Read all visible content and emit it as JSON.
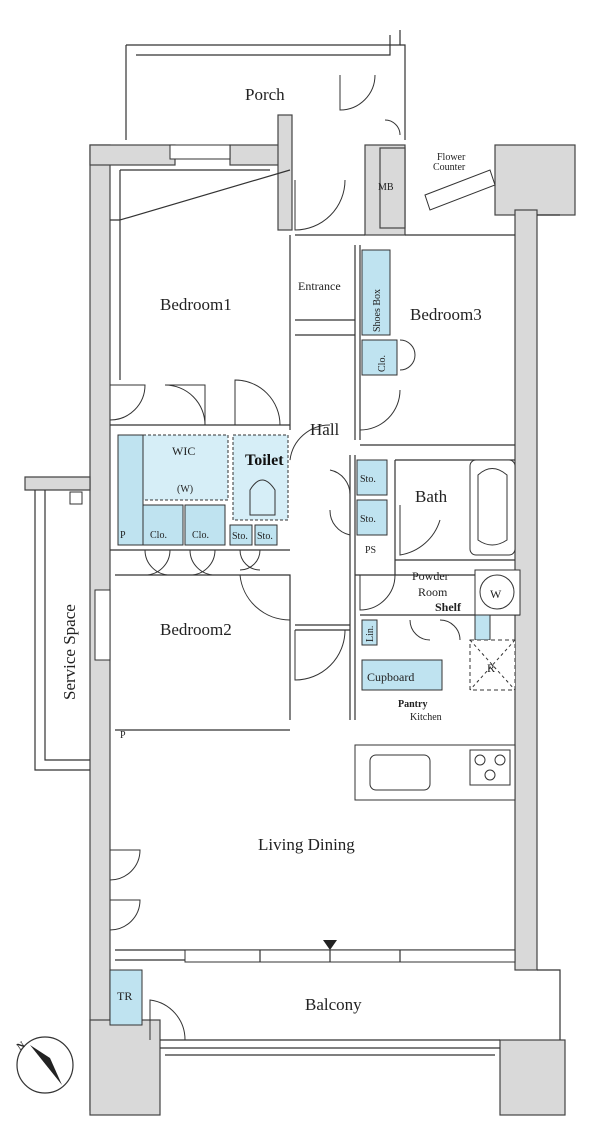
{
  "labels": {
    "porch": "Porch",
    "mb": "MB",
    "flower_counter_1": "Flower",
    "flower_counter_2": "Counter",
    "entrance": "Entrance",
    "shoes_box": "Shoes Box",
    "bedroom1": "Bedroom1",
    "bedroom3": "Bedroom3",
    "clo_b3": "Clo.",
    "hall": "Hall",
    "wic": "WIC",
    "wic_w": "(W)",
    "toilet": "Toilet",
    "p1": "P",
    "clo1": "Clo.",
    "clo2": "Clo.",
    "sto1": "Sto.",
    "sto2": "Sto.",
    "sto3": "Sto.",
    "sto4": "Sto.",
    "bath": "Bath",
    "ps": "PS",
    "powder_room_1": "Powder",
    "powder_room_2": "Room",
    "w": "W",
    "shelf": "Shelf",
    "lin": "Lin.",
    "service_space": "Service Space",
    "bedroom2": "Bedroom2",
    "cupboard": "Cupboard",
    "r": "R",
    "pantry": "Pantry",
    "kitchen": "Kitchen",
    "p2": "P",
    "living_dining": "Living Dining",
    "tr": "TR",
    "balcony": "Balcony",
    "north": "N"
  }
}
